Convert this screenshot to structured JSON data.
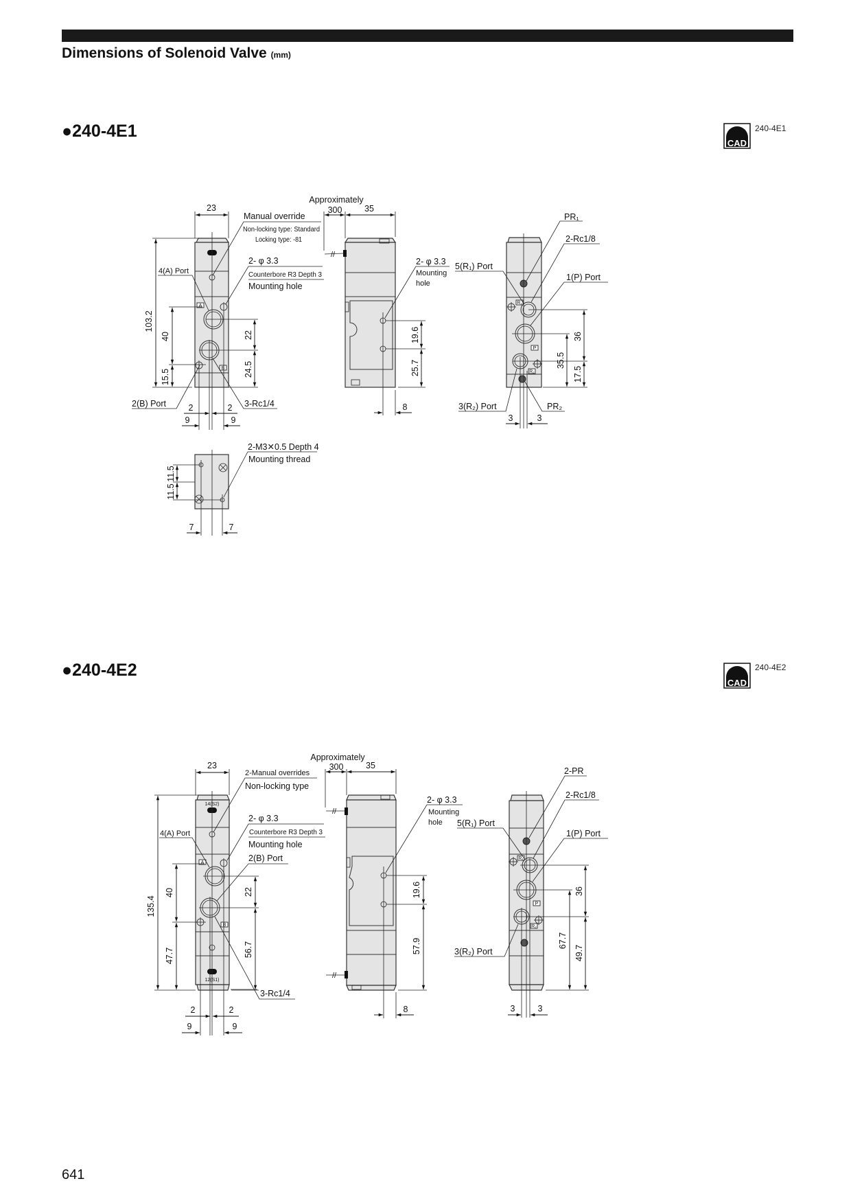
{
  "header": {
    "title": "Dimensions of Solenoid Valve",
    "unit": "(mm)"
  },
  "page_number": "641",
  "sections": [
    {
      "bullet": "●",
      "model": "240-4E1",
      "cad_label": "CAD",
      "cad_model": "240-4E1",
      "labels": {
        "manual_override": "Manual override",
        "non_locking": "Non-locking type: Standard",
        "locking": "Locking type: -81",
        "mount_hole_count": "2- φ 3.3",
        "counterbore": "Counterbore R3 Depth 3",
        "mounting_hole": "Mounting hole",
        "port_a": "4(A) Port",
        "port_b": "2(B) Port",
        "rc14": "3-Rc1/4",
        "approx": "Approximately",
        "side_hole_count": "2- φ 3.3",
        "side_mounting": "Mounting",
        "side_hole": "hole",
        "pr1": "PR₁",
        "rc18": "2-Rc1/8",
        "port_r1": "5(R₁) Port",
        "port_p": "1(P) Port",
        "port_r2": "3(R₂) Port",
        "pr2": "PR₂",
        "thread": "2-M3✕0.5  Depth 4",
        "mounting_thread": "Mounting thread",
        "box_a": "A",
        "box_b": "B",
        "box_r1": "R₁",
        "box_p": "P",
        "box_r2": "R₂"
      },
      "dims": {
        "width": "23",
        "height": "103.2",
        "d40": "40",
        "d15_5": "15.5",
        "d22": "22",
        "d24_5": "24.5",
        "d2a": "2",
        "d2b": "2",
        "d9a": "9",
        "d9b": "9",
        "cable": "300",
        "depth": "35",
        "d19_6": "19.6",
        "d25_7": "25.7",
        "d8": "8",
        "d36": "36",
        "d35_5": "35.5",
        "d17_5": "17.5",
        "d3a": "3",
        "d3b": "3",
        "d11_5a": "11.5",
        "d11_5b": "11.5",
        "d7a": "7",
        "d7b": "7"
      }
    },
    {
      "bullet": "●",
      "model": "240-4E2",
      "cad_label": "CAD",
      "cad_model": "240-4E2",
      "labels": {
        "manual_overrides": "2-Manual overrides",
        "non_locking": "Non-locking type",
        "mount_hole_count": "2- φ 3.3",
        "counterbore": "Counterbore R3 Depth 3",
        "mounting_hole": "Mounting hole",
        "port_a": "4(A) Port",
        "port_b": "2(B) Port",
        "rc14": "3-Rc1/4",
        "approx": "Approximately",
        "side_hole_count": "2- φ 3.3",
        "side_mounting": "Mounting",
        "side_hole": "hole",
        "pr": "2-PR",
        "rc18": "2-Rc1/8",
        "port_r1": "5(R₁) Port",
        "port_p": "1(P) Port",
        "port_r2": "3(R₂) Port",
        "s2": "14(S2)",
        "s1": "12(S1)",
        "box_a": "A",
        "box_b": "B",
        "box_r1": "R₁",
        "box_p": "P",
        "box_r2": "R₂"
      },
      "dims": {
        "width": "23",
        "height": "135.4",
        "d40": "40",
        "d47_7": "47.7",
        "d22": "22",
        "d56_7": "56.7",
        "d2a": "2",
        "d2b": "2",
        "d9a": "9",
        "d9b": "9",
        "cable": "300",
        "depth": "35",
        "d19_6": "19.6",
        "d57_9": "57.9",
        "d8": "8",
        "d36": "36",
        "d67_7": "67.7",
        "d49_7": "49.7",
        "d3a": "3",
        "d3b": "3"
      }
    }
  ]
}
